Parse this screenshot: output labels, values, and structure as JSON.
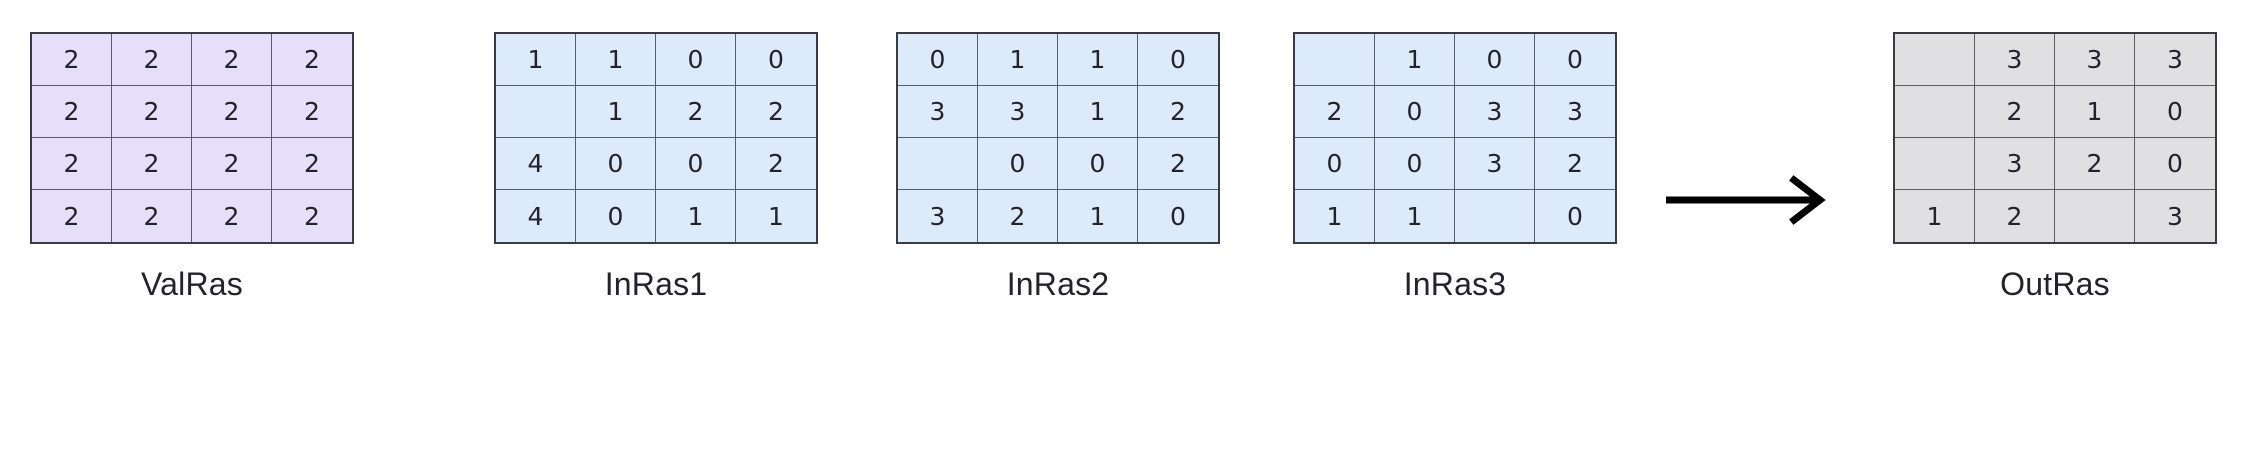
{
  "diagram": {
    "title": "",
    "colors": {
      "val_fill": "#e7dffa",
      "in_fill": "#ddeafa",
      "out_fill": "#e0e0e2",
      "grid_border": "#3a3a42",
      "cell_border": "#5c5c66",
      "text": "#23232b",
      "arrow": "#000000",
      "background": "#ffffff"
    },
    "arrow": {
      "name": "right-arrow",
      "direction": "right",
      "from": "InRas3",
      "to": "OutRas"
    },
    "rasters": [
      {
        "id": "valras",
        "label": "ValRas",
        "kind": "value",
        "rows": 4,
        "cols": 4,
        "cells": [
          [
            "2",
            "2",
            "2",
            "2"
          ],
          [
            "2",
            "2",
            "2",
            "2"
          ],
          [
            "2",
            "2",
            "2",
            "2"
          ],
          [
            "2",
            "2",
            "2",
            "2"
          ]
        ]
      },
      {
        "id": "inras1",
        "label": "InRas1",
        "kind": "input",
        "rows": 4,
        "cols": 4,
        "cells": [
          [
            "1",
            "1",
            "0",
            "0"
          ],
          [
            "",
            "1",
            "2",
            "2"
          ],
          [
            "4",
            "0",
            "0",
            "2"
          ],
          [
            "4",
            "0",
            "1",
            "1"
          ]
        ]
      },
      {
        "id": "inras2",
        "label": "InRas2",
        "kind": "input",
        "rows": 4,
        "cols": 4,
        "cells": [
          [
            "0",
            "1",
            "1",
            "0"
          ],
          [
            "3",
            "3",
            "1",
            "2"
          ],
          [
            "",
            "0",
            "0",
            "2"
          ],
          [
            "3",
            "2",
            "1",
            "0"
          ]
        ]
      },
      {
        "id": "inras3",
        "label": "InRas3",
        "kind": "input",
        "rows": 4,
        "cols": 4,
        "cells": [
          [
            "",
            "1",
            "0",
            "0"
          ],
          [
            "2",
            "0",
            "3",
            "3"
          ],
          [
            "0",
            "0",
            "3",
            "2"
          ],
          [
            "1",
            "1",
            "",
            "0"
          ]
        ]
      },
      {
        "id": "outras",
        "label": "OutRas",
        "kind": "output",
        "rows": 4,
        "cols": 4,
        "cells": [
          [
            "",
            "3",
            "3",
            "3"
          ],
          [
            "",
            "2",
            "1",
            "0"
          ],
          [
            "",
            "3",
            "2",
            "0"
          ],
          [
            "1",
            "2",
            "",
            "3"
          ]
        ]
      }
    ]
  }
}
